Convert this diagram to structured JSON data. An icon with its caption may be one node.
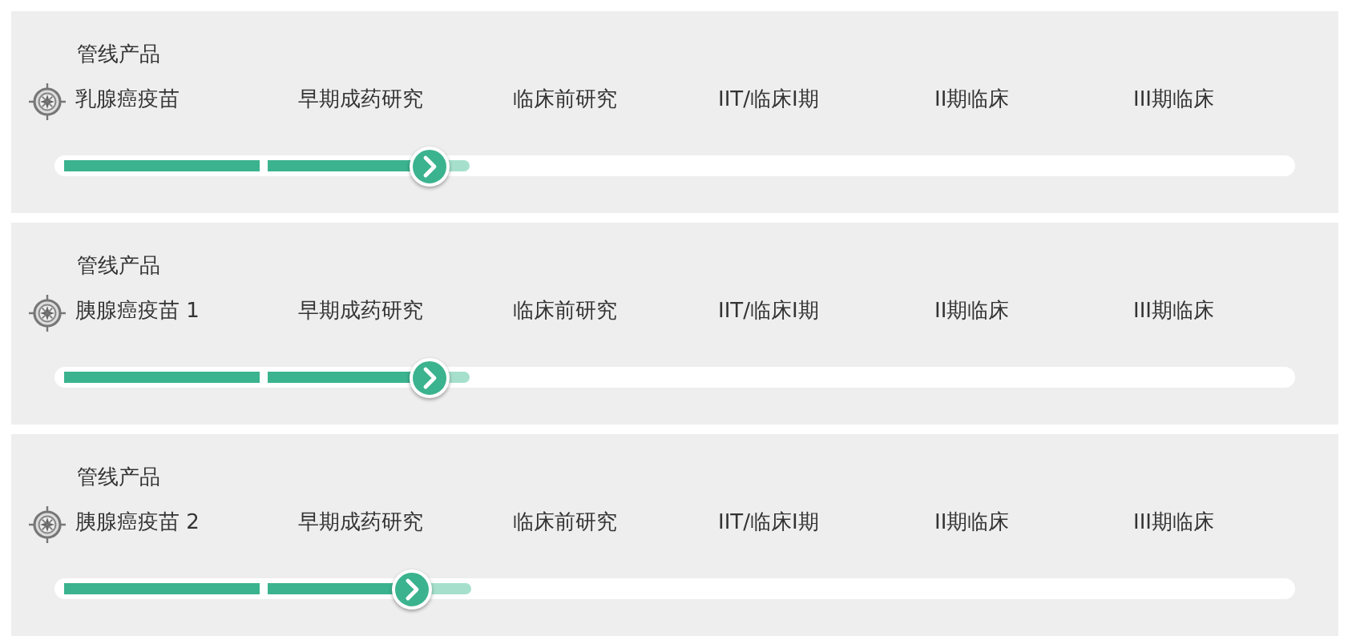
{
  "diagram": {
    "nodes": [
      {
        "text": [
          "管线产品",
          "乳腺癌疫苗",
          "早期成药研究",
          "临床前研究",
          "IIT/临床I期",
          "II期临床",
          "III期临床"
        ]
      },
      {
        "text": [
          "管线产品",
          "胰腺癌疫苗 1",
          "早期成药研究",
          "临床前研究",
          "IIT/临床I期",
          "II期临床",
          "III期临床"
        ]
      },
      {
        "text": [
          "管线产品",
          "胰腺癌疫苗 2",
          "早期成药研究",
          "临床前研究",
          "IIT/临床I期",
          "II期临床",
          "III期临床"
        ]
      }
    ]
  }
}
